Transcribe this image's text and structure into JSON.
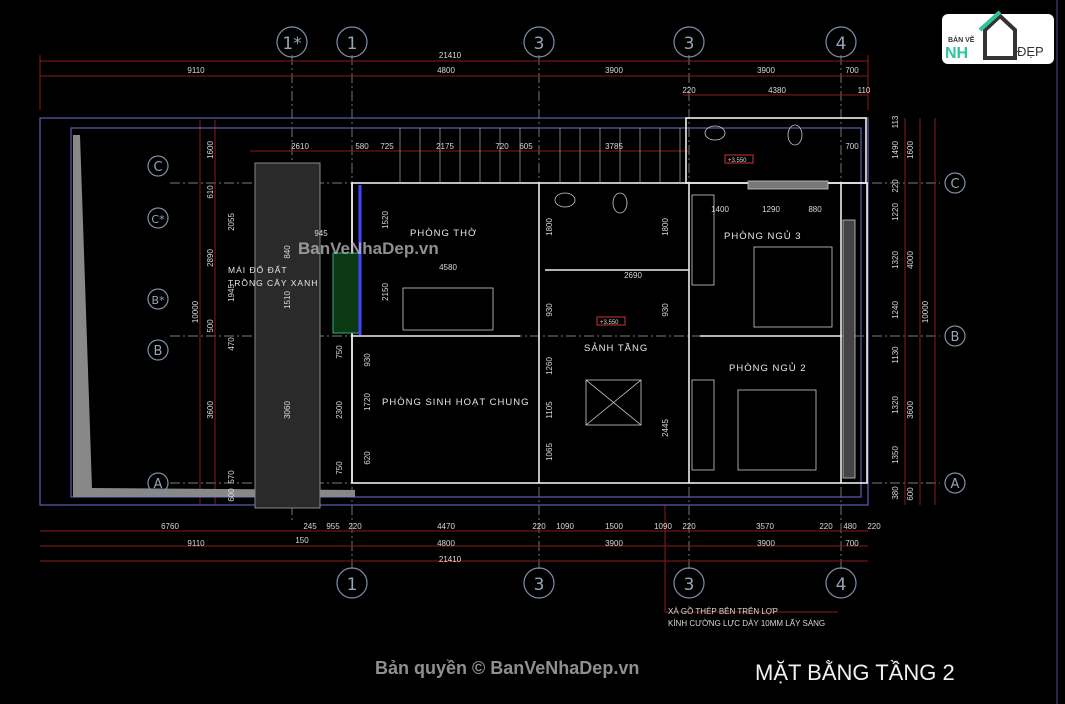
{
  "drawing": {
    "title": "MẶT BẰNG TẦNG 2",
    "note_lines": [
      "XÀ GỒ THÉP BÊN TRÊN LỢP",
      "KÍNH CƯỜNG LỰC DÀY 10MM LẤY SÁNG"
    ],
    "copyright": "Bản quyền © BanVeNhaDep.vn",
    "watermark": "BanVeNhaDep.vn",
    "logo": {
      "line1": "BẢN VẼ",
      "line2": "NH",
      "line3": "ĐẸP",
      "accent": "#2ec4a0"
    }
  },
  "rooms": {
    "phong_tho": "PHÒNG THỜ",
    "phong_ngu_3": "PHÒNG NGỦ 3",
    "phong_ngu_2": "PHÒNG NGỦ 2",
    "sanh_tang": "SẢNH TẦNG",
    "sinh_hoat": "PHÒNG SINH HOẠT CHUNG",
    "mai_do_1": "MÁI ĐỔ ĐẤT",
    "mai_do_2": "TRỒNG CÂY XANH"
  },
  "levels": [
    "+3.550",
    "+3.550"
  ],
  "axes": {
    "columns": [
      "1*",
      "1",
      "3",
      "3",
      "4"
    ],
    "rows": [
      "C",
      "C*",
      "B*",
      "B",
      "A"
    ],
    "rows_right": [
      "C",
      "B",
      "A"
    ]
  },
  "dimensions": {
    "top_total": "21410",
    "top_row": [
      "9110",
      "4800",
      "3900",
      "3900",
      "700"
    ],
    "top_sub": [
      "220",
      "4380",
      "110"
    ],
    "top_inner": [
      "2610",
      "580",
      "725",
      "2175",
      "720",
      "605",
      "3785",
      "700"
    ],
    "bottom_detail": [
      "6760",
      "245",
      "955",
      "220",
      "4470",
      "220",
      "1090",
      "1500",
      "1090",
      "220",
      "3570",
      "220",
      "480",
      "220"
    ],
    "bottom_extra": "150",
    "bottom_row": [
      "9110",
      "4800",
      "3900",
      "3900",
      "700"
    ],
    "bottom_total": "21410",
    "left": [
      "1600",
      "610",
      "2055",
      "2890",
      "1945",
      "500",
      "470",
      "3600",
      "570",
      "600"
    ],
    "left_total": "10000",
    "right_inner": [
      "113",
      "1490",
      "220",
      "1220",
      "1320",
      "1240",
      "1130",
      "1320",
      "1350",
      "380"
    ],
    "right_mid": [
      "1600",
      "4000",
      "3600",
      "600"
    ],
    "right_total": "10000",
    "inner": [
      "4580",
      "2150",
      "1520",
      "2690",
      "1400",
      "1290",
      "880",
      "1800",
      "1800",
      "930",
      "930",
      "1260",
      "1105",
      "1065",
      "2445",
      "1720",
      "2300",
      "3060",
      "750",
      "750",
      "620",
      "930",
      "840",
      "1510",
      "945"
    ]
  },
  "colors": {
    "background": "#000000",
    "dimension": "#8b1a1a",
    "outline": "#5a5fb0",
    "wall": "#eeeeee",
    "axis": "#7e8fa8"
  }
}
